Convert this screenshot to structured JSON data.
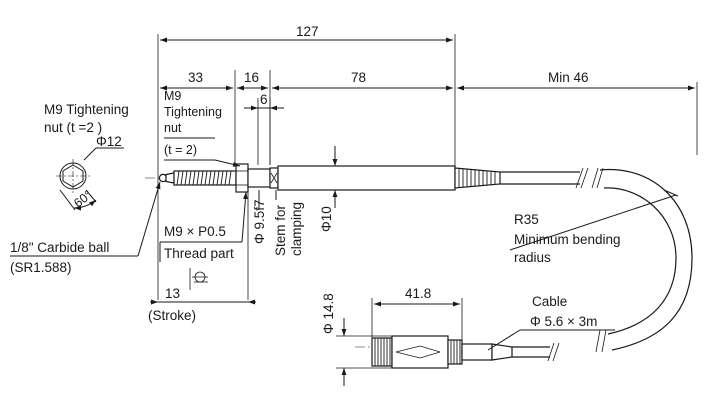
{
  "dimensions": {
    "overall": "127",
    "thread_len": "33",
    "nut_len": "16",
    "stem_len": "78",
    "cable_min": "Min 46",
    "nut_width": "6",
    "stroke": "13",
    "connector_len": "41.8"
  },
  "labels": {
    "nut_side_1": "M9 Tightening",
    "nut_side_2": "nut (t =2 )",
    "nut_dia": "Φ12",
    "nut_angle": "60°",
    "nut_top_1": "M9",
    "nut_top_2": "Tightening",
    "nut_top_3": "nut",
    "nut_top_4": "(t = 2)",
    "carbide_1": "1/8\" Carbide ball",
    "carbide_2": "(SR1.588)",
    "thread_1": "M9 × P0.5",
    "thread_2": "Thread part",
    "stem_dia": "Φ 9.5f7",
    "stem_for_1": "Stem for",
    "stem_for_2": "clamping",
    "body_dia": "Φ10",
    "stroke_label": "(Stroke)",
    "bend_1": "R35",
    "bend_2": "Minimum bending",
    "bend_3": "radius",
    "connector_dia": "Φ 14.8",
    "cable_1": "Cable",
    "cable_2": "Φ 5.6 × 3m"
  }
}
